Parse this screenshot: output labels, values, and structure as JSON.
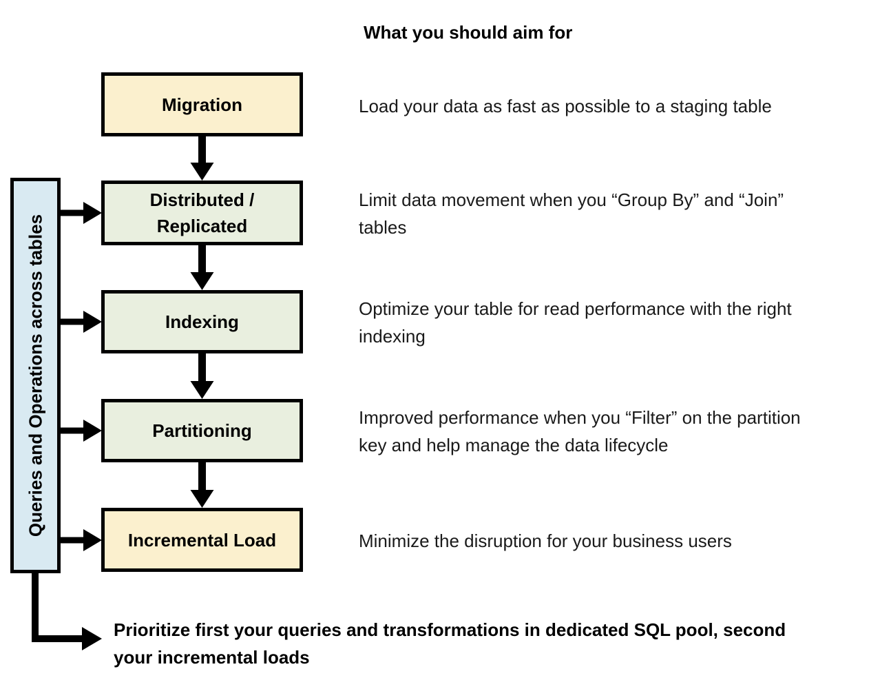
{
  "title": "What you should aim for",
  "sidebar": {
    "label": "Queries and Operations across tables"
  },
  "steps": [
    {
      "label": "Migration",
      "description": "Load your data as fast as possible to a staging table"
    },
    {
      "label": "Distributed / Replicated",
      "description": "Limit data movement when you “Group By” and “Join” tables"
    },
    {
      "label": "Indexing",
      "description": "Optimize your table for read performance with the right indexing"
    },
    {
      "label": "Partitioning",
      "description": "Improved performance when you “Filter” on the partition key and help manage the data lifecycle"
    },
    {
      "label": "Incremental Load",
      "description": "Minimize the disruption for your business users"
    }
  ],
  "footer_note": "Prioritize first your queries and transformations in dedicated SQL pool, second your incremental loads",
  "colors": {
    "load_step_fill": "#FBF0CE",
    "query_step_fill": "#E9EFDF",
    "sidebar_fill": "#D9EAF2",
    "line": "#000000"
  }
}
